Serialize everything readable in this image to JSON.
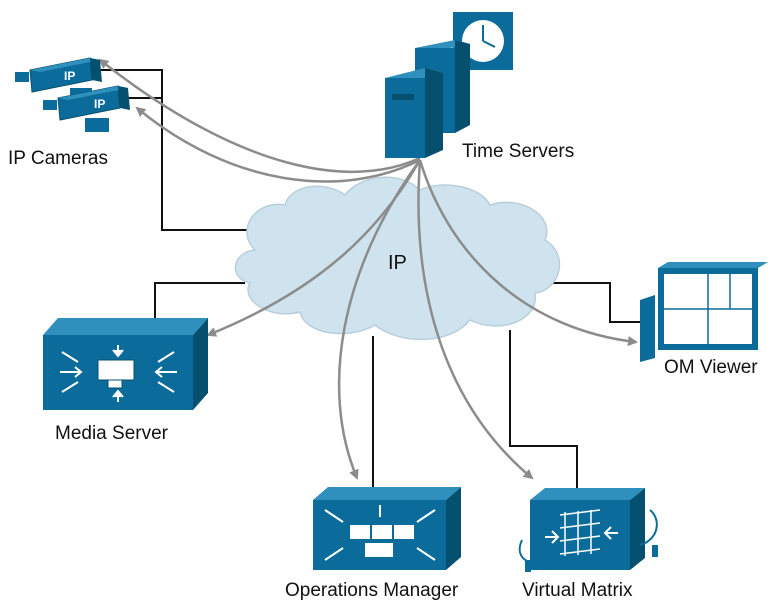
{
  "cloud": {
    "label": "IP"
  },
  "nodes": {
    "ip_cameras": {
      "label": "IP Cameras",
      "badge": "IP"
    },
    "time_servers": {
      "label": "Time Servers"
    },
    "media_server": {
      "label": "Media Server"
    },
    "om_viewer": {
      "label": "OM Viewer"
    },
    "operations_manager": {
      "label": "Operations Manager"
    },
    "virtual_matrix": {
      "label": "Virtual Matrix"
    }
  },
  "colors": {
    "device_blue": "#0b6b9a",
    "device_dark": "#06506f",
    "device_light": "#2f8fbd",
    "cloud_fill": "#cfe3ee",
    "arrow_gray": "#8c8c8c",
    "link_black": "#111111"
  }
}
